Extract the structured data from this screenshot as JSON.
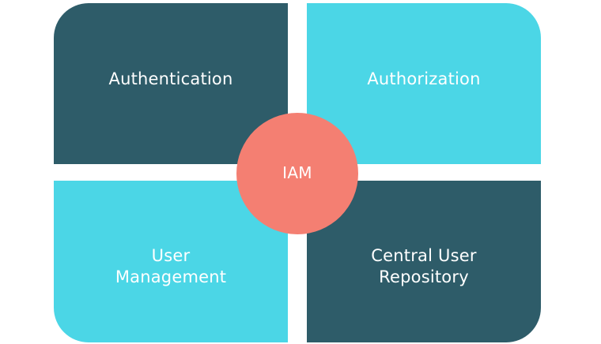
{
  "diagram": {
    "quadrants": [
      {
        "label": "Authentication",
        "color": "#2e5c69"
      },
      {
        "label": "Authorization",
        "color": "#4bd6e6"
      },
      {
        "label": "User\nManagement",
        "color": "#4bd6e6"
      },
      {
        "label": "Central User\nRepository",
        "color": "#2e5c69"
      }
    ],
    "center": {
      "label": "IAM",
      "color": "#f47f72"
    }
  }
}
